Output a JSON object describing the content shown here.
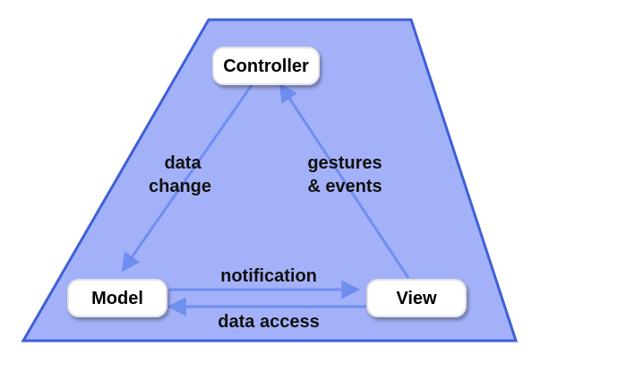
{
  "diagram": {
    "nodes": {
      "controller": {
        "label": "Controller"
      },
      "model": {
        "label": "Model"
      },
      "view": {
        "label": "View"
      }
    },
    "edges": {
      "controller_to_model": {
        "label_line1": "data",
        "label_line2": "change"
      },
      "view_to_controller": {
        "label_line1": "gestures",
        "label_line2": "& events"
      },
      "model_to_view": {
        "label": "notification"
      },
      "view_to_model": {
        "label": "data access"
      }
    }
  },
  "colors": {
    "background_shape": "#a3b2f8",
    "background_border": "#3f5fd8",
    "arrow": "#6f8ef0",
    "node_fill": "#ffffff",
    "node_border": "#e2e2e2"
  }
}
